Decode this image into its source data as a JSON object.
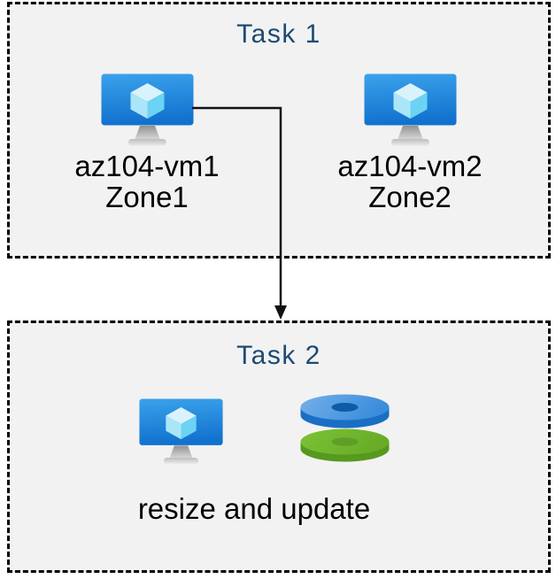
{
  "task1": {
    "title": "Task 1",
    "vms": [
      {
        "name": "az104-vm1",
        "zone": "Zone1",
        "icon": "azure-virtual-machine"
      },
      {
        "name": "az104-vm2",
        "zone": "Zone2",
        "icon": "azure-virtual-machine"
      }
    ]
  },
  "task2": {
    "title": "Task 2",
    "caption": "resize and update",
    "icons": [
      "azure-virtual-machine",
      "azure-managed-disks"
    ]
  },
  "arrow": {
    "from": "az104-vm1",
    "to": "Task 2"
  },
  "colors": {
    "box_fill": "#f2f2f2",
    "box_border": "#000000",
    "title_text": "#1c4a72",
    "label_text": "#000000",
    "arrow_color": "#111111",
    "vm_screen_top": "#3aa2eb",
    "vm_screen_bottom": "#1171ce",
    "cube_top": "#d9f3fc",
    "cube_left": "#abe6f8",
    "cube_right": "#6cd3f4",
    "disk_blue_top": "#4a97e0",
    "disk_blue_side": "#1a6fc4",
    "disk_blue_hole": "#0f5ba6",
    "disk_green_top": "#72b92f",
    "disk_green_side": "#57991f",
    "disk_green_hole": "#5f9e27"
  }
}
